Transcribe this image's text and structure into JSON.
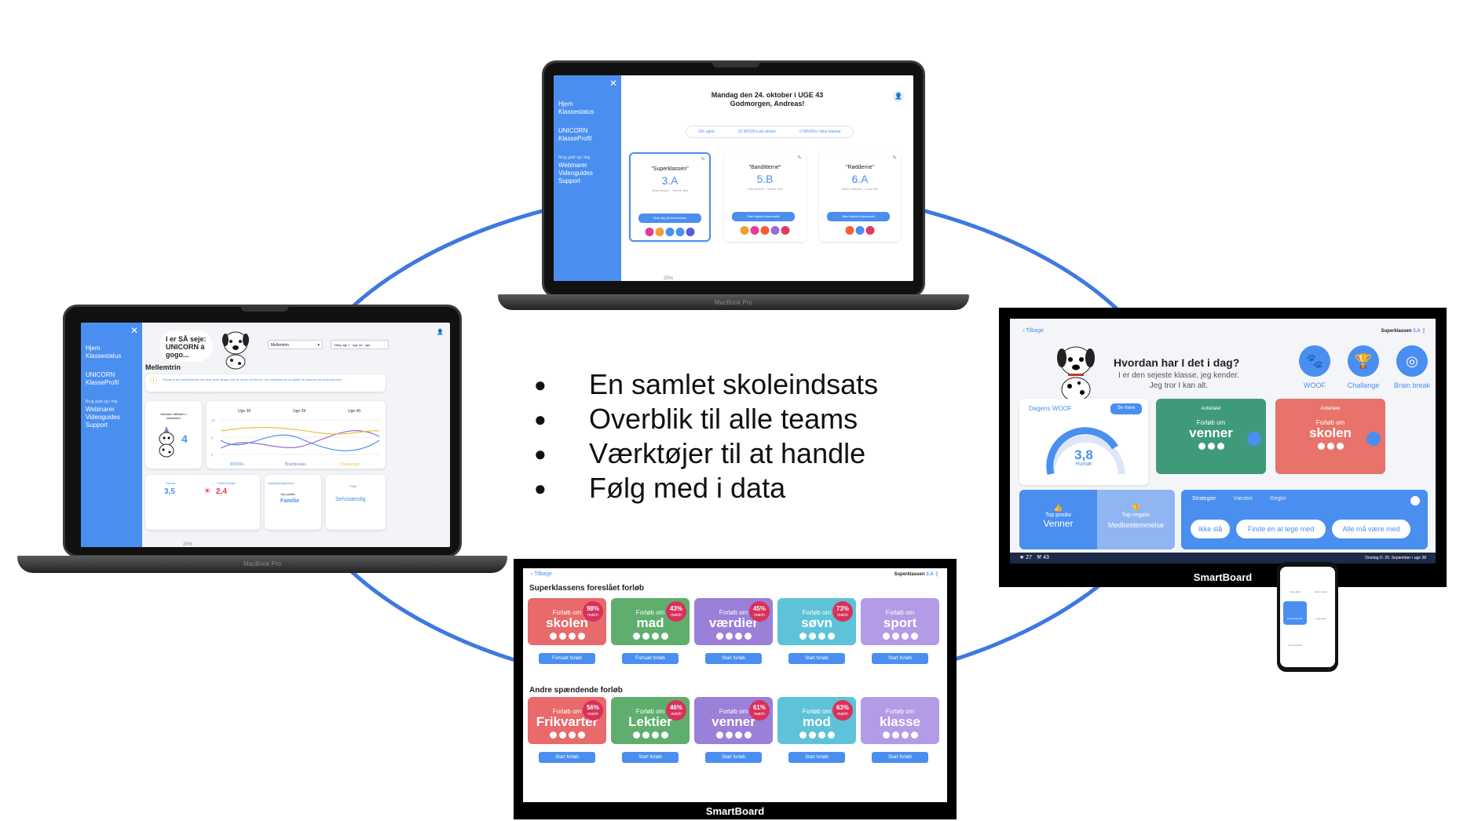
{
  "bullets": [
    "En samlet skoleindsats",
    "Overblik til alle teams",
    "Værktøjer til at handle",
    "Følg med i data"
  ],
  "top_laptop": {
    "sidebar": {
      "items": [
        "Hjem",
        "Klassestatus",
        "UNICORN",
        "KlasseProfil",
        "Webinarer",
        "Videoguides",
        "Support"
      ],
      "note": "Brug godt og i ling"
    },
    "date": "Mandag den 24. oktober i UGE 43",
    "greeting": "Godmorgen, Andreas!",
    "tabs": [
      "Om ugen",
      "23 WOOFs på skolen",
      "0 WOOFs i dine klasser"
    ],
    "classes": [
      {
        "name": "\"Superklassen\"",
        "grade": "3.A",
        "sub": "Anna Nissen · Henrik Jekl",
        "btn": "Start dig på klassesiden",
        "avatars": [
          "#e23b9a",
          "#f0a030",
          "#4a8ff0",
          "#4a8ff0",
          "#5b5bd6"
        ]
      },
      {
        "name": "\"Banditterne\"",
        "grade": "5.B",
        "sub": "Lisa Jensen · Henrik Jekl",
        "btn": "Start digital klasseradio",
        "avatars": [
          "#f0a030",
          "#e23b9a",
          "#f06030",
          "#9c6ad6",
          "#e23b5a"
        ]
      },
      {
        "name": "\"Rødderne\"",
        "grade": "6.A",
        "sub": "Søren Hansen · Lena Jekl",
        "btn": "Start digital klasseradio",
        "avatars": [
          "#f06030",
          "#4a8ff0",
          "#e23b5a"
        ]
      }
    ],
    "footer_pct": "25%",
    "mbp": "MacBook Pro"
  },
  "left_laptop": {
    "speech": "I er SÅ seje: UNICORN á gogo...",
    "level": "Mellemtrin",
    "dropdown": "Mellemtrin",
    "date_range": "Vælg uge 1 · uge 44 · uge",
    "info": "Eleverne på mellemtrinnet har flere sede tanger end de andre på trinnet. Det anbefales at du skifter for lærerne på mellemtrinnet.",
    "woofs_label": "Weissen afflukten i klasseleel",
    "woofs_value": "4",
    "chart_weeks": [
      "Uge 38",
      "Uge 39",
      "Uge 40"
    ],
    "chart_legend": [
      "WOOFs",
      "Brainbreaks",
      "Challenges"
    ],
    "chart_yticks": [
      "10",
      "5",
      "0"
    ],
    "humor_label": "Humør",
    "humor_value": "3,5",
    "fsh_label": "Fælle humør",
    "fsh_value": "2,4",
    "values_label": "Hyppigbedstyrerne",
    "top_pos": "Top positiv",
    "familie": "Familie",
    "profile_label": "Profil",
    "profile_value": "Selvstændig",
    "footer_pct": "25%",
    "mbp": "MacBook Pro"
  },
  "right_board": {
    "back": "Tilbage",
    "class": "Superklassen",
    "class_grade": "3.A",
    "question": "Hvordan har I det i dag?",
    "answer1": "I er den sejeste klasse, jeg kender.",
    "answer2": "Jeg tror I kan alt.",
    "icons": [
      {
        "label": "WOOF",
        "glyph": "🐾"
      },
      {
        "label": "Challange",
        "glyph": "🏆"
      },
      {
        "label": "Brain break",
        "glyph": "◎"
      }
    ],
    "dagens_woof": "Dagens WOOF",
    "se_mere": "Se mere",
    "gauge_value": "3,8",
    "gauge_label": "Humør",
    "tiles": [
      {
        "small": "Anbefalet",
        "t1": "Forløb om",
        "t2": "venner"
      },
      {
        "small": "Anbefalet",
        "t1": "Forløb om",
        "t2": "skolen"
      }
    ],
    "top_pos_label": "Top positiv",
    "top_pos_value": "Venner",
    "top_neg_label": "Top negativ",
    "top_neg_value": "Medbestemmelse",
    "tabs": [
      "Strategier",
      "Værdier",
      "Regler"
    ],
    "pills": [
      "Ikke slå",
      "Finde en at lege med",
      "Alle må være med"
    ],
    "stars": "27",
    "hammers": "43",
    "footer_date": "Onsdag D. 20. September • uge 38",
    "label": "SmartBoard"
  },
  "bottom_board": {
    "back": "Tilbage",
    "class": "Superklassen",
    "class_grade": "3.A",
    "section1": "Superklassens foreslået forløb",
    "section2": "Andre spændende forløb",
    "row1": [
      {
        "t1": "Forløb om",
        "t2": "skolen",
        "pct": "98%",
        "bg": "#e86a6a",
        "btn": "Fortsæt forløb"
      },
      {
        "t1": "Forløb om",
        "t2": "mad",
        "pct": "43%",
        "bg": "#5fae6e",
        "btn": "Fortsæt forløb"
      },
      {
        "t1": "Forløb om",
        "t2": "værdier",
        "pct": "45%",
        "bg": "#9b7fd8",
        "btn": "Start forløb"
      },
      {
        "t1": "Forløb om",
        "t2": "søvn",
        "pct": "73%",
        "bg": "#5ec3d8",
        "btn": "Start forløb"
      },
      {
        "t1": "Forløb om",
        "t2": "sport",
        "pct": "",
        "bg": "#b49be6",
        "btn": "Start forløb"
      }
    ],
    "row2": [
      {
        "t1": "Forløb om",
        "t2": "Frikvarter",
        "pct": "56%",
        "bg": "#e86a6a",
        "btn": "Start forløb"
      },
      {
        "t1": "Forløb om",
        "t2": "Lektier",
        "pct": "46%",
        "bg": "#5fae6e",
        "btn": "Start forløb"
      },
      {
        "t1": "Forløb om",
        "t2": "venner",
        "pct": "61%",
        "bg": "#9b7fd8",
        "btn": "Start forløb"
      },
      {
        "t1": "Forløb om",
        "t2": "mod",
        "pct": "63%",
        "bg": "#5ec3d8",
        "btn": "Start forløb"
      },
      {
        "t1": "Forløb om",
        "t2": "klasse",
        "pct": "",
        "bg": "#b49be6",
        "btn": "Start forløb"
      }
    ],
    "match": "match",
    "label": "SmartBoard"
  },
  "phone": {
    "items": [
      "Skolegård",
      "Sportsplads",
      "Klasseværelse",
      "Legeplads",
      "Gymnastiksal"
    ]
  }
}
